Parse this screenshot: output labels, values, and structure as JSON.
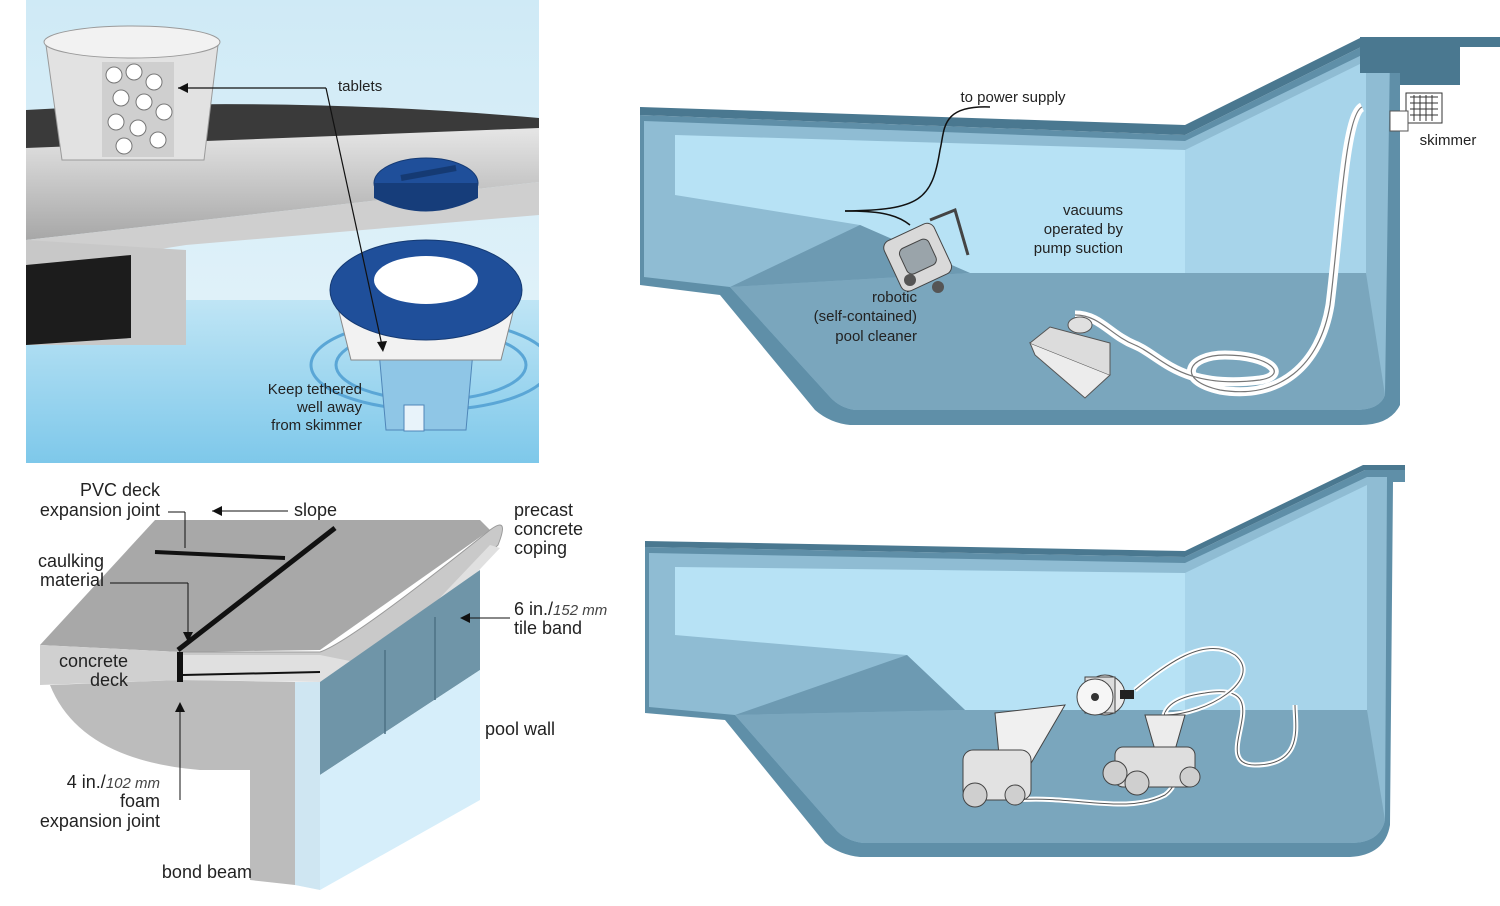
{
  "colors": {
    "water": "#a9dcf2",
    "water_light": "#d6eefa",
    "pool_shell": "#5f8fa8",
    "pool_inner": "#8fbcd3",
    "pool_floor": "#7aa6bd",
    "dispenser_blue": "#1f4f9a",
    "concrete": "#b9b9b9",
    "concrete_dark": "#8c8c8c",
    "tile": "#6f95a8"
  },
  "panel_dispenser": {
    "tablets_label": "tablets",
    "warning_label": [
      "Keep tethered",
      "well away",
      "from skimmer"
    ]
  },
  "panel_suction": {
    "power_label": "to power supply",
    "skimmer_label": "skimmer",
    "vacuum_label": [
      "vacuums",
      "operated by",
      "pump suction"
    ],
    "robot_label": [
      "robotic",
      "(self-contained)",
      "pool cleaner"
    ]
  },
  "panel_coping": {
    "pvc_label": [
      "PVC deck",
      "expansion joint"
    ],
    "slope_label": "slope",
    "caulk_label": [
      "caulking",
      "material"
    ],
    "coping_label": [
      "precast",
      "concrete",
      "coping"
    ],
    "tile_dim": "6 in./",
    "tile_dim_metric": "152 mm",
    "tile_label": "tile band",
    "deck_label": [
      "concrete",
      "deck"
    ],
    "pool_wall_label": "pool wall",
    "foam_dim": "4 in./",
    "foam_dim_metric": "102 mm",
    "foam_label": [
      "foam",
      "expansion joint"
    ],
    "bond_beam_label": "bond beam"
  }
}
